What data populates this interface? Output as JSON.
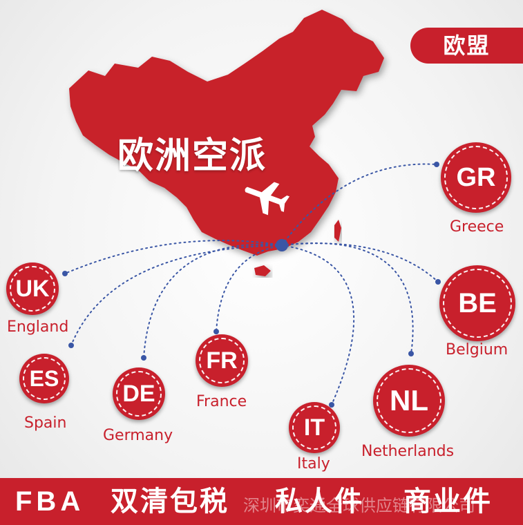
{
  "region_tag": "欧盟",
  "map_title": "欧洲空派",
  "colors": {
    "brand_red": "#c8202c",
    "route_blue": "#3a56a5",
    "background": "#f0f0f0"
  },
  "icons": {
    "plane": "airplane-icon",
    "hub": "origin-dot"
  },
  "countries": [
    {
      "code": "UK",
      "name": "England"
    },
    {
      "code": "ES",
      "name": "Spain"
    },
    {
      "code": "DE",
      "name": "Germany"
    },
    {
      "code": "FR",
      "name": "France"
    },
    {
      "code": "IT",
      "name": "Italy"
    },
    {
      "code": "NL",
      "name": "Netherlands"
    },
    {
      "code": "BE",
      "name": "Belgium"
    },
    {
      "code": "GR",
      "name": "Greece"
    }
  ],
  "banner": {
    "fba": "FBA",
    "service_1": "双清包税",
    "service_2": "私人件",
    "service_3": "商业件"
  },
  "watermark": "深圳市奕通全球供应链有限公司"
}
